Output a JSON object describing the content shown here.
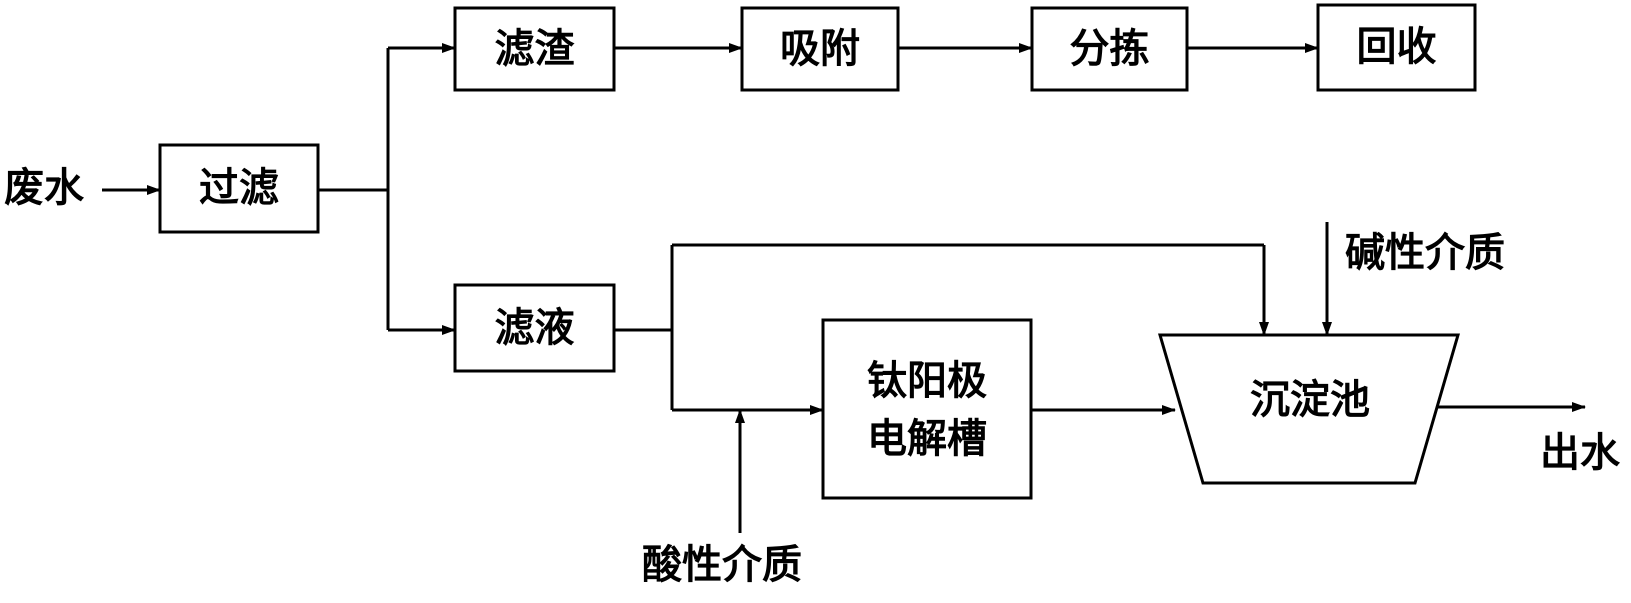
{
  "diagram": {
    "inputs": {
      "wastewater": "废水",
      "acid_medium": "酸性介质",
      "alkali_medium": "碱性介质"
    },
    "outputs": {
      "effluent": "出水"
    },
    "nodes": {
      "filter": "过滤",
      "residue": "滤渣",
      "adsorption": "吸附",
      "sorting": "分拣",
      "recovery": "回收",
      "filtrate": "滤液",
      "electrolyzer_line1": "钛阳极",
      "electrolyzer_line2": "电解槽",
      "sedimentation": "沉淀池"
    }
  }
}
